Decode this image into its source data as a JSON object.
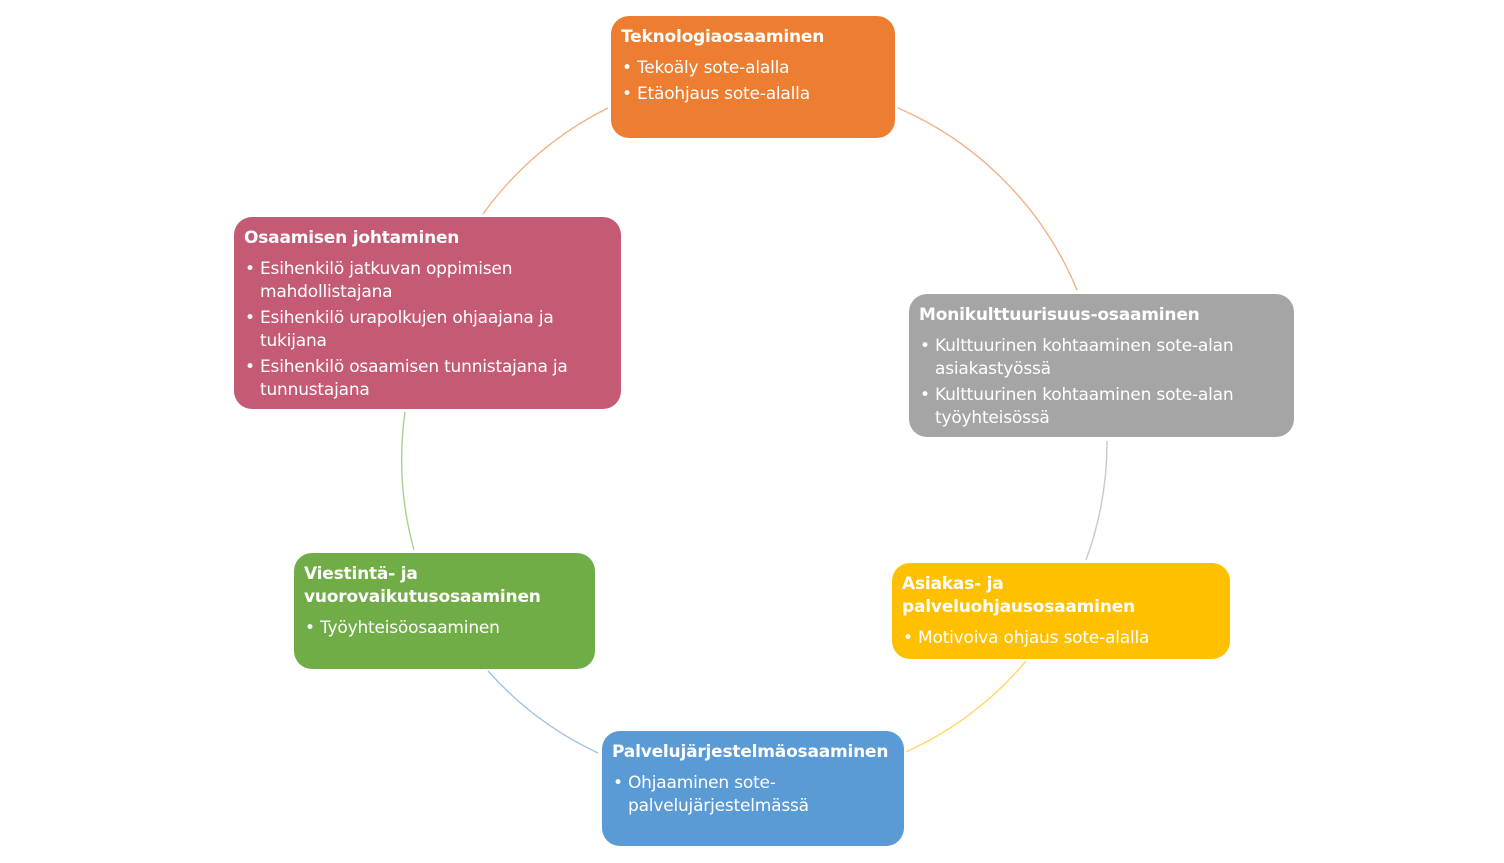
{
  "nodes": [
    {
      "id": "tech",
      "title": "Teknologiaosaaminen",
      "color": "#ED7D31",
      "items": [
        "Tekoäly sote-alalla",
        "Etäohjaus sote-alalla"
      ]
    },
    {
      "id": "multi",
      "title": "Monikulttuurisuus-osaaminen",
      "color": "#A5A5A5",
      "items": [
        "Kulttuurinen kohtaaminen sote-alan asiakastyössä",
        "Kulttuurinen kohtaaminen sote-alan työyhteisössä"
      ]
    },
    {
      "id": "asiakas",
      "title": "Asiakas- ja palveluohjausosaaminen",
      "color": "#FFC000",
      "items": [
        "Motivoiva ohjaus sote-alalla"
      ]
    },
    {
      "id": "palvelu",
      "title": "Palvelujärjestelmäosaaminen",
      "color": "#5B9BD5",
      "items": [
        "Ohjaaminen sote-palvelujärjestelmässä"
      ]
    },
    {
      "id": "viesti",
      "title": "Viestintä- ja vuorovaikutusosaaminen",
      "color": "#70AD47",
      "items": [
        "Työyhteisöosaaminen"
      ]
    },
    {
      "id": "johto",
      "title": "Osaamisen johtaminen",
      "color": "#C55A74",
      "items": [
        "Esihenkilö jatkuvan oppimisen mahdollistajana",
        "Esihenkilö urapolkujen ohjaajana ja tukijana",
        "Esihenkilö osaamisen tunnistajana ja tunnustajana"
      ]
    }
  ]
}
